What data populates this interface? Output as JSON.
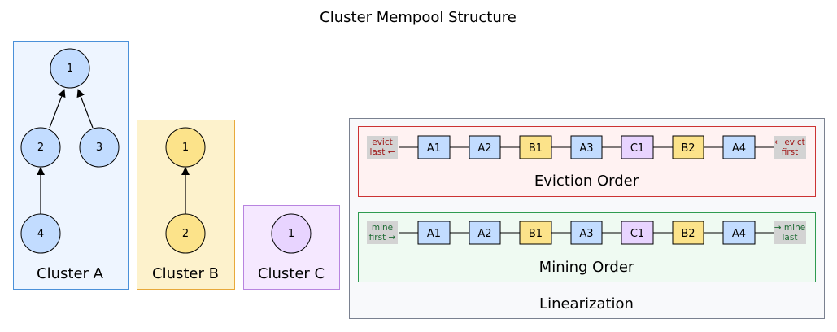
{
  "title": "Cluster Mempool Structure",
  "colors": {
    "cluster_a_fill": "#eef5ff",
    "cluster_a_border": "#4a90d9",
    "node_a": "#c2dcff",
    "cluster_b_fill": "#fdf2cc",
    "cluster_b_border": "#e8a93a",
    "node_b": "#fce38a",
    "cluster_c_fill": "#f5e8ff",
    "cluster_c_border": "#b884e0",
    "node_c": "#e8d4ff",
    "linearization_fill": "#f8f9fb",
    "linearization_border": "#7a8190",
    "eviction_fill": "#fff2f2",
    "eviction_border": "#cc3333",
    "eviction_text": "#a01818",
    "mining_fill": "#effaf2",
    "mining_border": "#2e9b50",
    "mining_text": "#1e6b34",
    "tag_fill": "#d3d3d3"
  },
  "clusters": {
    "a": {
      "label": "Cluster A",
      "nodes": [
        "1",
        "2",
        "3",
        "4"
      ]
    },
    "b": {
      "label": "Cluster B",
      "nodes": [
        "1",
        "2"
      ]
    },
    "c": {
      "label": "Cluster C",
      "nodes": [
        "1"
      ]
    }
  },
  "linearization": {
    "label": "Linearization",
    "eviction": {
      "label": "Eviction Order",
      "left_tag": [
        "evict",
        "last ←"
      ],
      "right_tag": [
        "← evict",
        "first"
      ],
      "sequence": [
        "A1",
        "A2",
        "B1",
        "A3",
        "C1",
        "B2",
        "A4"
      ]
    },
    "mining": {
      "label": "Mining Order",
      "left_tag": [
        "mine",
        "first →"
      ],
      "right_tag": [
        "→ mine",
        "last"
      ],
      "sequence": [
        "A1",
        "A2",
        "B1",
        "A3",
        "C1",
        "B2",
        "A4"
      ]
    }
  }
}
